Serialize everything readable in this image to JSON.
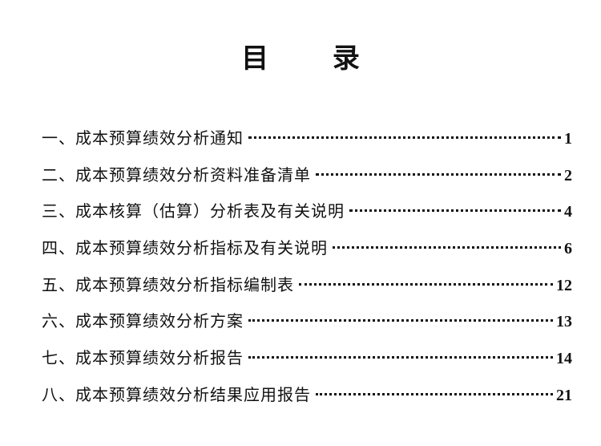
{
  "title": "目  录",
  "toc": [
    {
      "text": "一、成本预算绩效分析通知",
      "page": "1"
    },
    {
      "text": "二、成本预算绩效分析资料准备清单",
      "page": "2"
    },
    {
      "text": "三、成本核算（估算）分析表及有关说明",
      "page": "4"
    },
    {
      "text": "四、成本预算绩效分析指标及有关说明",
      "page": "6"
    },
    {
      "text": "五、成本预算绩效分析指标编制表",
      "page": "12"
    },
    {
      "text": "六、成本预算绩效分析方案",
      "page": "13"
    },
    {
      "text": "七、成本预算绩效分析报告",
      "page": "14"
    },
    {
      "text": "八、成本预算绩效分析结果应用报告",
      "page": "21"
    }
  ]
}
